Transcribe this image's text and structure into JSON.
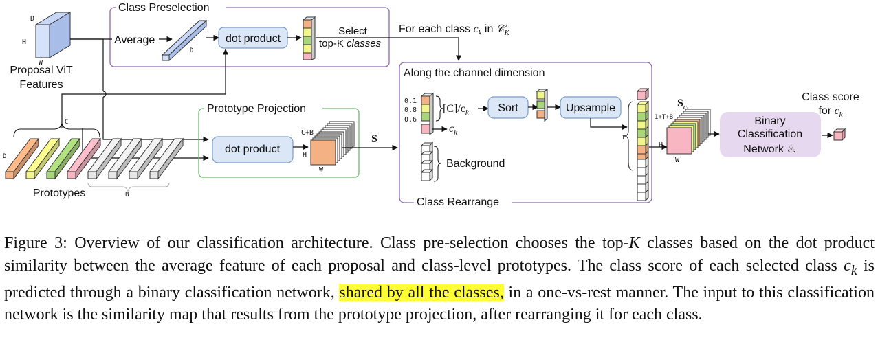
{
  "diagram": {
    "proposal_features": {
      "label_line1": "Proposal ViT",
      "label_line2": "Features",
      "dim_d": "D",
      "dim_h": "H",
      "dim_w": "W"
    },
    "class_preselection": {
      "title": "Class Preselection",
      "average": "Average",
      "dim_d": "D",
      "dot_product": "dot product",
      "select_line1": "Select",
      "select_line2_prefix": "top-K ",
      "select_line2_italic": "classes"
    },
    "for_each_class": {
      "prefix": "For each class ",
      "var": "c",
      "sub": "k",
      "mid": " in ",
      "set": "𝒞",
      "set_sub": "K"
    },
    "prototype_projection": {
      "title": "Prototype Projection",
      "dot_product": "dot product",
      "dim_cb": "C+B",
      "dim_h": "H",
      "dim_w": "W",
      "output": "S"
    },
    "prototypes": {
      "label": "Prototypes",
      "dim_c": "C",
      "dim_b": "B",
      "dim_d": "D"
    },
    "class_rearrange": {
      "title": "Class Rearrange",
      "subtitle": "Along the channel dimension",
      "values": [
        "0.1",
        "0.8",
        "0.6"
      ],
      "ratio": "[C]/c",
      "ratio_sub": "k",
      "ck": "c",
      "ck_sub": "k",
      "sort": "Sort",
      "upsample": "Upsample",
      "background": "Background",
      "dim_t": "T"
    },
    "s_ck": {
      "label": "S",
      "sub": "c",
      "sub2": "k",
      "dim_top": "1+T+B",
      "dim_h": "H",
      "dim_w": "W"
    },
    "binary_network": {
      "line1": "Binary",
      "line2": "Classification",
      "line3": "Network ♨"
    },
    "class_score": {
      "line1": "Class score",
      "line2_prefix": "for ",
      "var": "c",
      "sub": "k"
    },
    "colors": {
      "orange": "#f4b183",
      "yellow": "#f2f58a",
      "green": "#a9d67a",
      "pink": "#f7b6c2",
      "gray": "#e6e6e6",
      "blue_box": "#dbe7f7",
      "blue_box_stroke": "#7a9cc8",
      "cube_blue": "#d6e1fa",
      "purple_border": "#8e6bb0",
      "green_border": "#6fb86f",
      "binary_fill": "#e6d8ef"
    }
  },
  "caption": {
    "p1": "Figure 3: Overview of our classification architecture. Class pre-selection chooses the top-",
    "k": "K",
    "p2": " classes based on the dot product similarity between the average feature of each proposal and class-level prototypes. The class score of each selected class ",
    "ck": "c",
    "ck_sub": "k",
    "p3": " is predicted through a binary classification network, ",
    "highlight": "shared by all the classes,",
    "p4": " in a one-vs-rest manner. The input to this classification network is the similarity map that results from the prototype projection, after rearranging it for each class."
  }
}
